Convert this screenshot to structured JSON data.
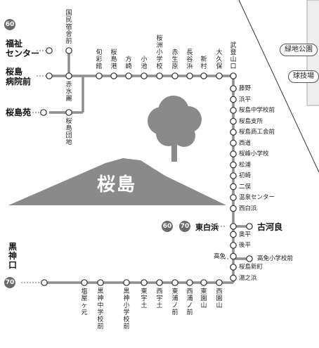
{
  "route_badges": {
    "top": "60",
    "bottom": "70",
    "east1": "60",
    "east2": "70"
  },
  "left_terminals": {
    "fukushi": "福祉\nセンター",
    "byoin": "桜島\n病院前",
    "sakurajimaen": "桜島苑"
  },
  "kuromikami": "黒\n神\n口",
  "branch_stops": [
    "国民宿舎前",
    "赤水麗",
    "桜島団地"
  ],
  "top_stops": [
    "旬彩館",
    "桜島港",
    "方崎",
    "小池",
    "桜洲小学校",
    "赤生原",
    "長谷浜",
    "新村",
    "大久保",
    "武登山口"
  ],
  "right_stops": [
    "藤野",
    "浜平",
    "桜島中学校前",
    "桜島支所",
    "桜島商工会前",
    "西道",
    "桜峰小学校",
    "松浦",
    "初崎",
    "二俣",
    "温泉センター",
    "西白浜",
    "東白浜",
    "奥平",
    "後平",
    "高免",
    "桜島新町",
    "湯之浜"
  ],
  "east_branch": {
    "label": "東白浜",
    "terminal": "古河良"
  },
  "takamen_branch": "高免小学校前",
  "bottom_stops": [
    "塩屋ヶ元",
    "黒神中学校前",
    "黒神小学校前",
    "東宇土",
    "西宇土",
    "東浦ノ前",
    "西浦ノ前",
    "東園山",
    "西園山"
  ],
  "volcano_label": "桜島",
  "right_pills": [
    "緑地公園",
    "球技場"
  ],
  "colors": {
    "line": "#8e8e8e",
    "stroke": "#333333",
    "volcano": "#8a8a8a",
    "badge": "#6a6a6a"
  }
}
